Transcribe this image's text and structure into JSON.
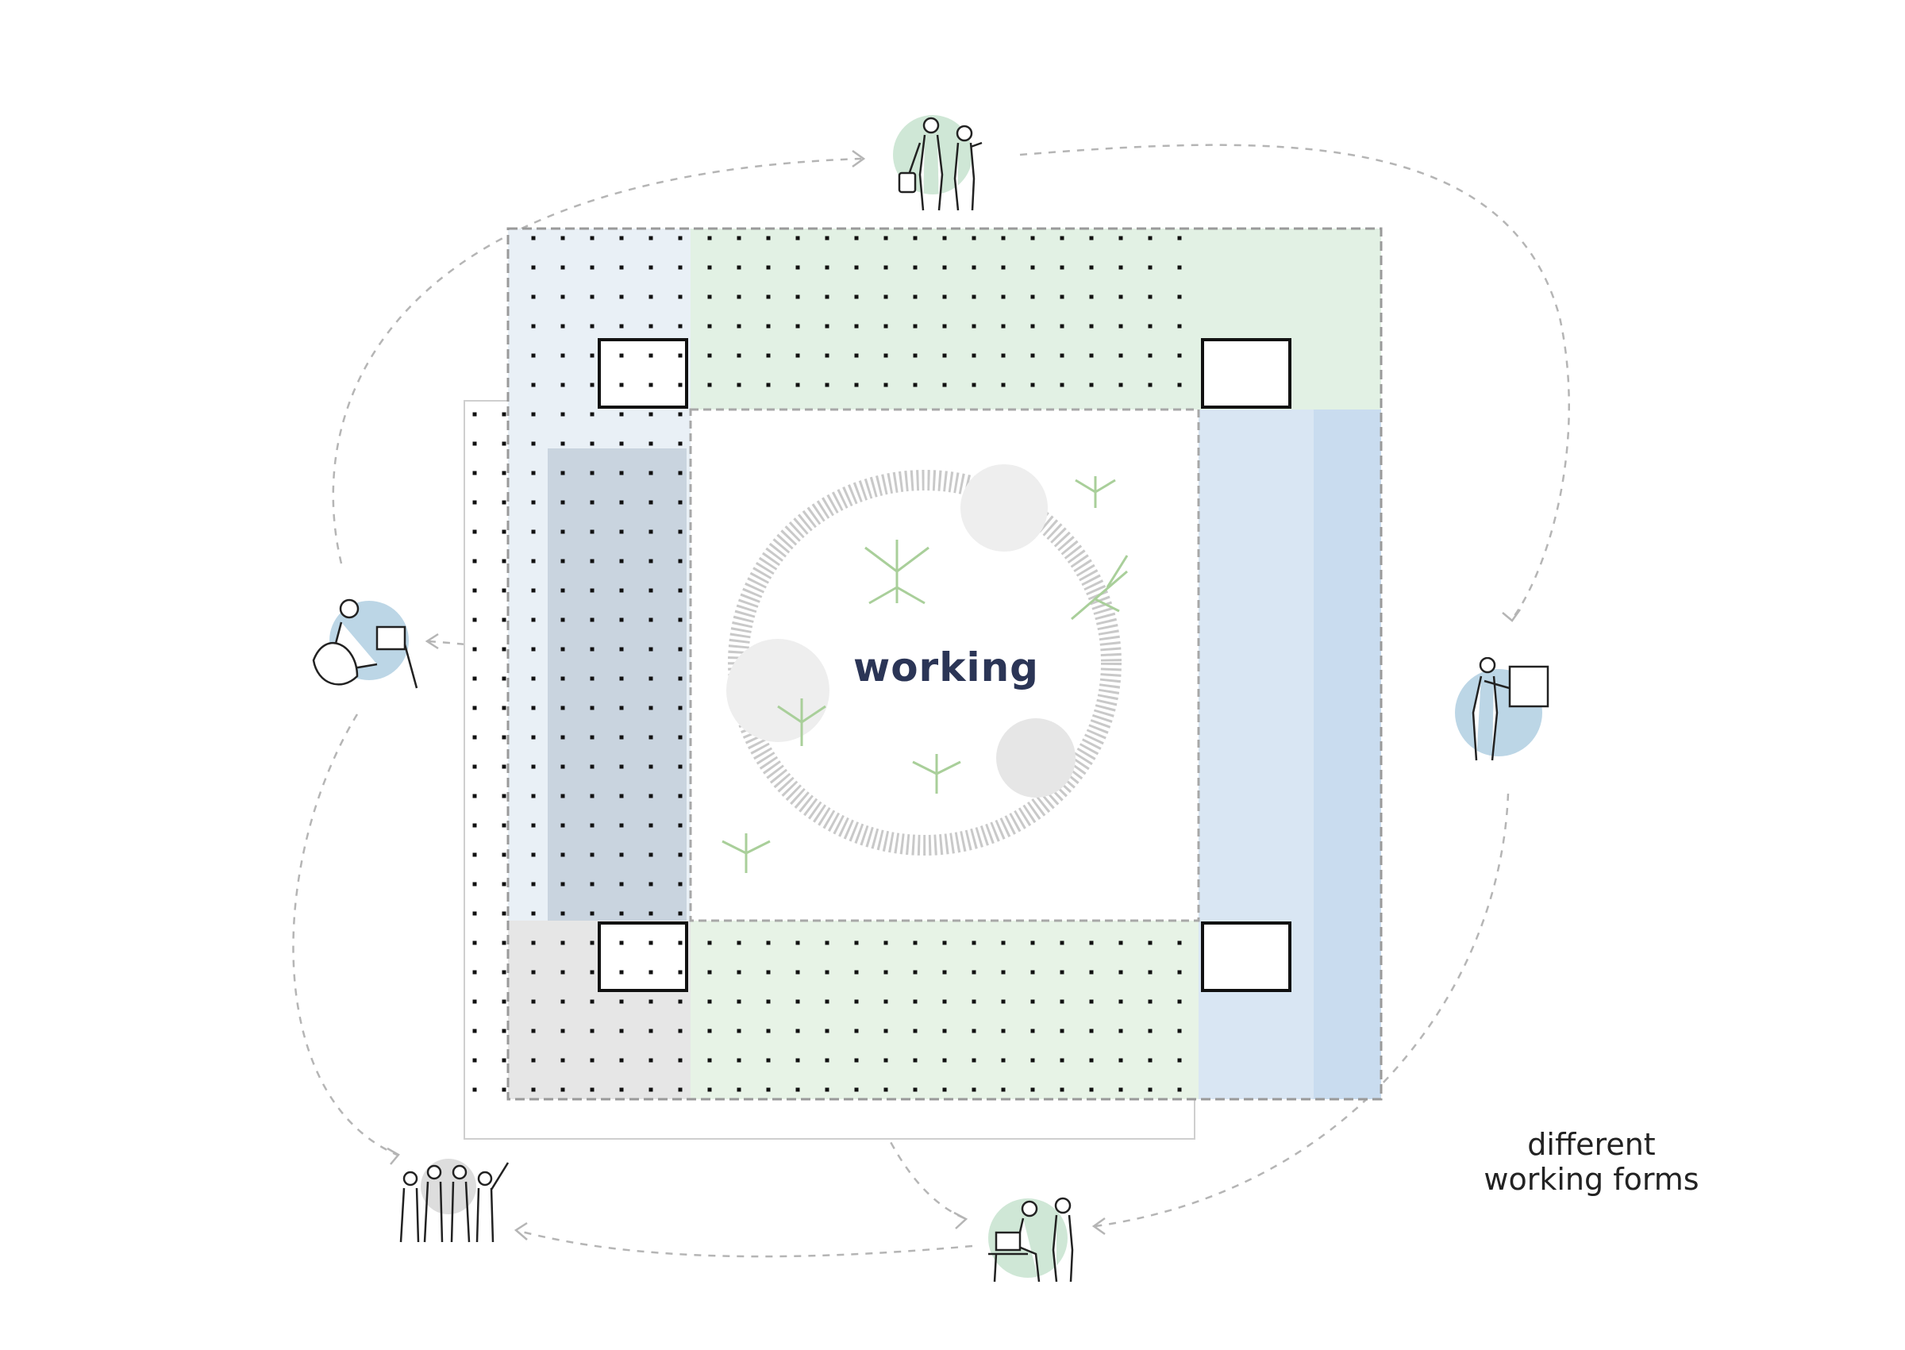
{
  "diagram": {
    "center_label": "working",
    "caption_lines": [
      "different",
      "working forms"
    ],
    "icons": [
      {
        "name": "pair-walking-icon",
        "circle_color": "#cfe7d6"
      },
      {
        "name": "person-at-desk-icon",
        "circle_color": "#bcd6e6"
      },
      {
        "name": "presenter-icon",
        "circle_color": "#bcd6e6"
      },
      {
        "name": "group-team-icon",
        "circle_color": "#dddddd"
      },
      {
        "name": "collaborating-pair-icon",
        "circle_color": "#cfe7d6"
      }
    ],
    "zone_colors": {
      "green": "#e2f1e4",
      "blue": "#d9e6f3",
      "slate": "#c9d4df",
      "pale_blue": "#e9f0f6",
      "grey": "#e6e6e6"
    }
  }
}
